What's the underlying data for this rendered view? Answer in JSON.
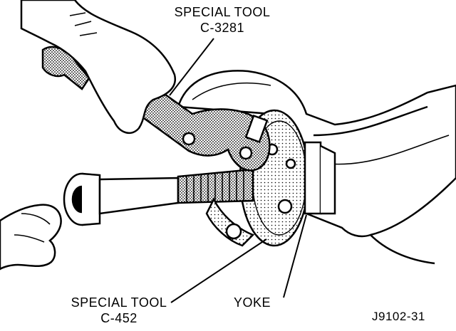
{
  "labels": {
    "tool_upper_line1": "SPECIAL TOOL",
    "tool_upper_line2": "C-3281",
    "tool_lower_line1": "SPECIAL TOOL",
    "tool_lower_line2": "C-452",
    "yoke": "YOKE",
    "figure_id": "J9102-31"
  },
  "colors": {
    "ink": "#000000",
    "paper": "#ffffff",
    "screen": "#9a9a9a"
  }
}
